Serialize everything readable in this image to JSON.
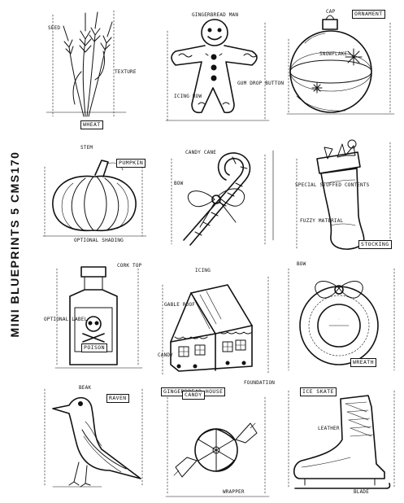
{
  "product_code": "MINI BLUEPRINTS 5 CMS170",
  "cells": {
    "wheat": {
      "box_label": "WHEAT",
      "labels": [
        "SEED",
        "TEXTURE"
      ]
    },
    "gingerbread_man": {
      "box_label": "",
      "labels": [
        "GINGERBREAD MAN",
        "GUM DROP BUTTON",
        "ICING ROW"
      ]
    },
    "ornament": {
      "box_label": "ORNAMENT",
      "labels": [
        "CAP",
        "SNOWFLAKE"
      ]
    },
    "pumpkin": {
      "box_label": "PUMPKIN",
      "labels": [
        "STEM",
        "OPTIONAL SHADING"
      ]
    },
    "candy_cane": {
      "box_label": "",
      "labels": [
        "CANDY CANE",
        "BOW"
      ]
    },
    "stocking": {
      "box_label": "STOCKING",
      "labels": [
        "SPECIAL STUFFED CONTENTS",
        "FUZZY MATERIAL"
      ]
    },
    "poison": {
      "box_label": "POISON",
      "labels": [
        "CORK TOP",
        "OPTIONAL LABEL"
      ]
    },
    "gingerbread_house": {
      "box_label": "GINGERBREAD HOUSE",
      "labels": [
        "ICING",
        "GABLE ROOF",
        "CANDY",
        "FOUNDATION"
      ]
    },
    "wreath": {
      "box_label": "WREATH",
      "labels": [
        "BOW"
      ]
    },
    "raven": {
      "box_label": "RAVEN",
      "labels": [
        "BEAK"
      ]
    },
    "candy": {
      "box_label": "CANDY",
      "labels": [
        "WRAPPER"
      ]
    },
    "ice_skate": {
      "box_label": "ICE SKATE",
      "labels": [
        "LEATHER",
        "BLADE"
      ]
    }
  },
  "icons": [
    "wheat-icon",
    "gingerbread-man-icon",
    "ornament-icon",
    "pumpkin-icon",
    "candy-cane-icon",
    "stocking-icon",
    "poison-bottle-icon",
    "gingerbread-house-icon",
    "wreath-icon",
    "raven-icon",
    "candy-icon",
    "ice-skate-icon"
  ]
}
